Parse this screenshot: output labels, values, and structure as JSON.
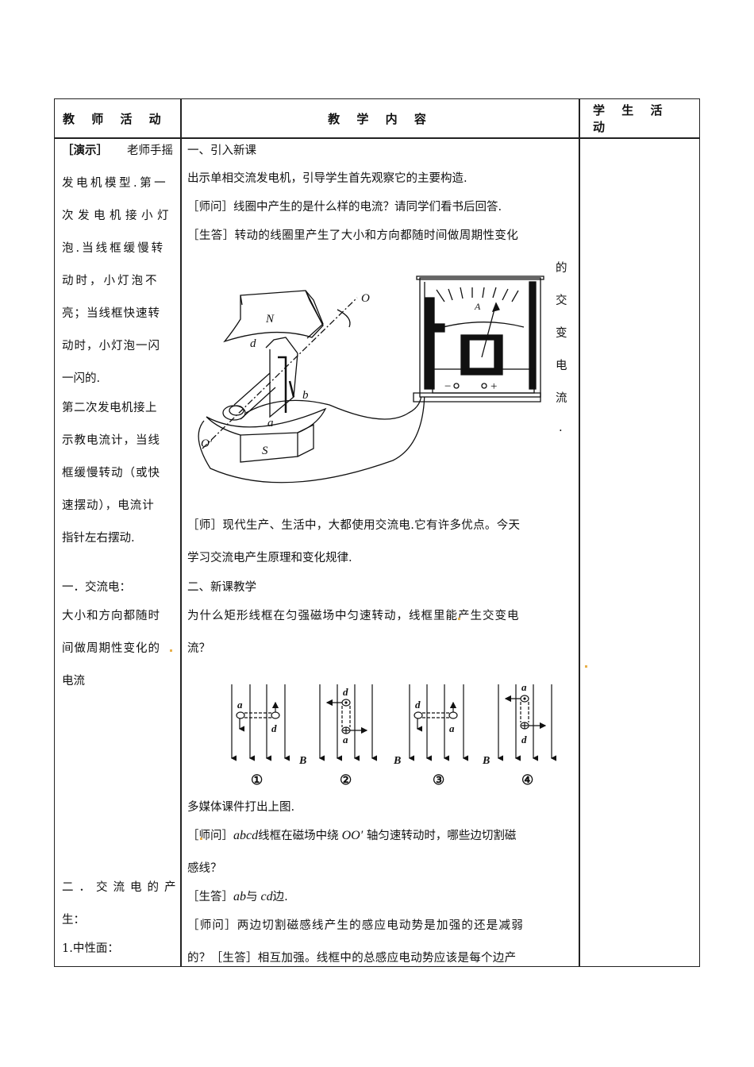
{
  "table": {
    "headers": [
      "教 师 活 动",
      "教 学 内 容",
      "学 生 活 动"
    ]
  },
  "teacher_col": {
    "lines": [
      {
        "tag": "［演示］",
        "text": "老师手摇"
      },
      {
        "text": "发电机模型.第一"
      },
      {
        "text": "次发电机接小灯"
      },
      {
        "text": "泡.当线框缓慢转"
      },
      {
        "text": "动时，小灯泡不"
      },
      {
        "text": "亮；当线框快速转"
      },
      {
        "text": "动时，小灯泡一闪"
      },
      {
        "text": "一闪的."
      },
      {
        "text": "第二次发电机接上"
      },
      {
        "text": "示教电流计，当线"
      },
      {
        "text": "框缓慢转动（或快"
      },
      {
        "text": "速摆动），电流计"
      },
      {
        "text": "指针左右摆动."
      },
      {
        "text": "一．交流电："
      },
      {
        "text": "大小和方向都随时"
      },
      {
        "text": "间做周期性变化的"
      },
      {
        "text": "电流"
      },
      {
        "text": "二．交流电的产"
      },
      {
        "text": "生："
      },
      {
        "text": "1.中性面："
      }
    ]
  },
  "content_col": {
    "section1_title": "一、引入新课",
    "p1": "出示单相交流发电机，引导学生首先观察它的主要构造.",
    "p2": "［师问］线圈中产生的是什么样的电流？请同学们看书后回答.",
    "p3": "［生答］转动的线圈里产生了大小和方向都随时间做周期性变化",
    "p3_vertical": [
      "的",
      "交",
      "变",
      "电",
      "流",
      "."
    ],
    "figure1": {
      "labels": {
        "north": "N",
        "south": "S",
        "axis_top": "O",
        "axis_bottom": "O′",
        "corner_a": "a",
        "corner_b": "b",
        "corner_d": "d",
        "meter": "A",
        "minus": "−",
        "plus": "+"
      }
    },
    "p4a": "［师］现代生产、生活中，大都使用交流电.它有许多优点。今天",
    "p4b": "学习交流电产生原理和变化规律.",
    "section2_title": "二、新课教学",
    "p5a": "为什么矩形线框在匀强磁场中匀速转动，线框里能产生交变电",
    "p5b": "流？",
    "figure2": {
      "field_label": "B",
      "panels": [
        {
          "num": "①",
          "top_left": "a",
          "right_label": "d"
        },
        {
          "num": "②",
          "top": "d",
          "bottom": "a"
        },
        {
          "num": "③",
          "top_left": "d",
          "right_label": "a"
        },
        {
          "num": "④",
          "top": "a",
          "bottom": "d"
        }
      ]
    },
    "p6": "多媒体课件打出上图.",
    "p7a_tag": "［师问］",
    "p7a_var": "abcd",
    "p7a_mid": "线框在磁场中绕",
    "p7a_axis": "OO′",
    "p7a_end": " 轴匀速转动时，哪些边切割磁",
    "p7b": "感线？",
    "p8_tag": "［生答］",
    "p8_v1": "ab",
    "p8_mid": "与",
    "p8_v2": "cd",
    "p8_end": "边.",
    "p9a": "［师问］两边切割磁感线产生的感应电动势是加强的还是减弱",
    "p9b": "的？［生答］相互加强。线框中的总感应电动势应该是每个边产"
  },
  "student_col": {
    "lines": []
  }
}
